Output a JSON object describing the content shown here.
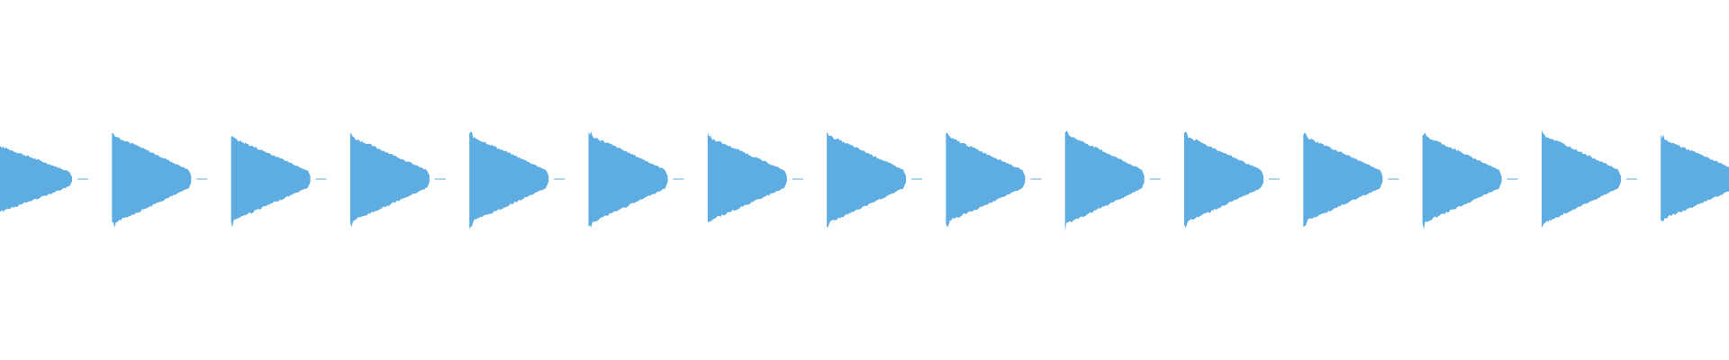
{
  "waveform": {
    "color": "#5dade2",
    "background": "#ffffff",
    "pulse_count": 15,
    "first_pulse_clipped": true,
    "last_pulse_clipped": true,
    "shape": "decaying-pulse",
    "pulse_levels": [
      0.78,
      0.98,
      0.92,
      0.94,
      0.96,
      0.98,
      0.93,
      0.98,
      0.95,
      1.0,
      0.97,
      0.95,
      0.97,
      0.99,
      0.9
    ],
    "silence_level": 0.02
  }
}
